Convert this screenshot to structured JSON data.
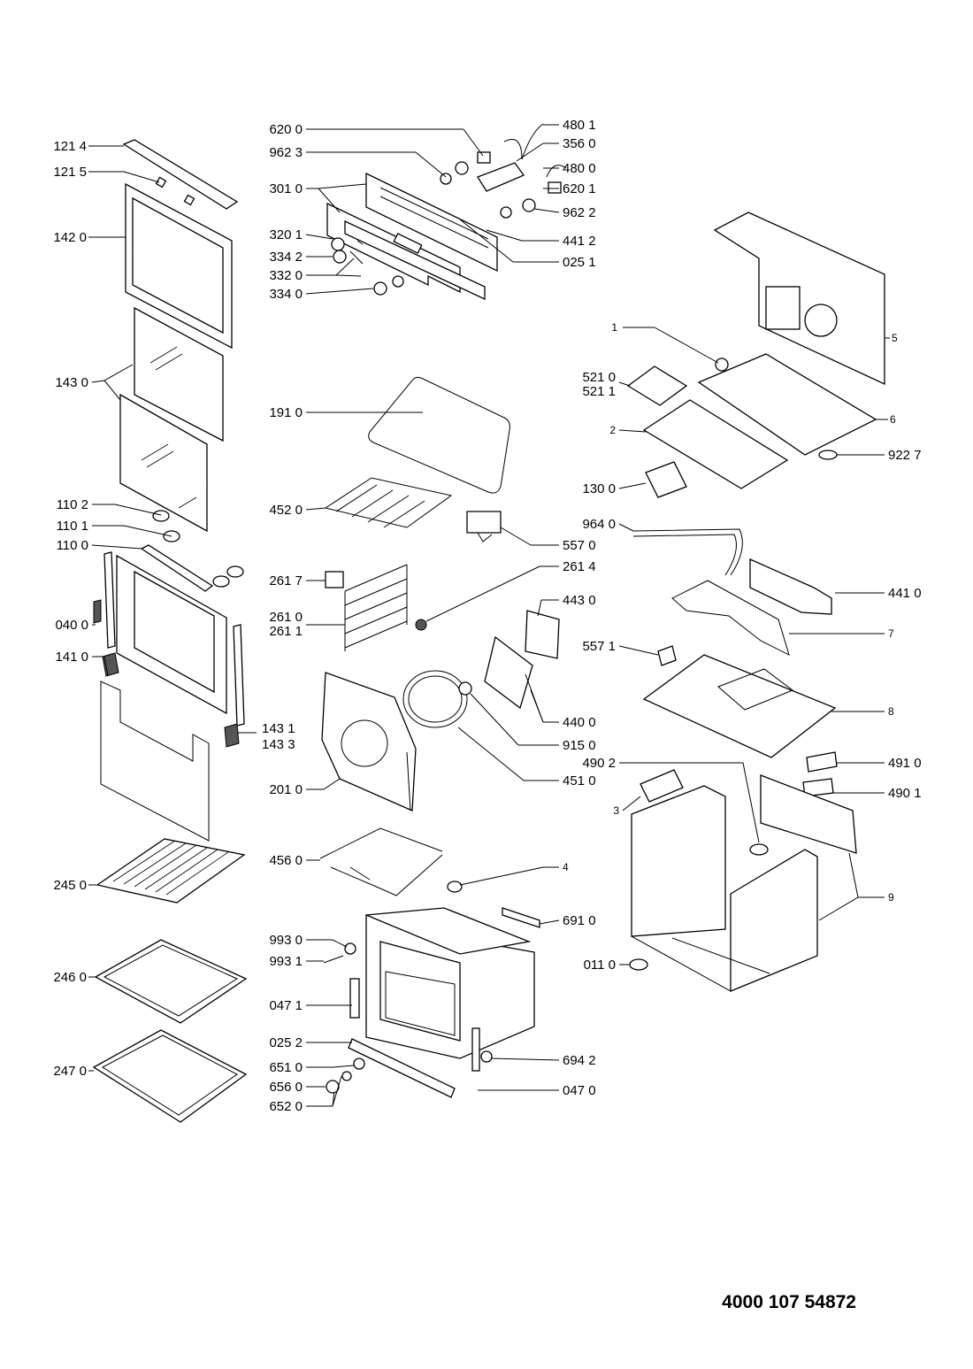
{
  "document_number": "4000 107 54872",
  "part_labels": {
    "p1214": "121 4",
    "p1215": "121 5",
    "p1420": "142 0",
    "p1430": "143 0",
    "p1102": "110 2",
    "p1101": "110 1",
    "p1100": "110 0",
    "p0400": "040 0",
    "p1410": "141 0",
    "p2450": "245 0",
    "p2460": "246 0",
    "p2470": "247 0",
    "p6200": "620 0",
    "p9623": "962 3",
    "p3010": "301 0",
    "p3201": "320 1",
    "p3342": "334 2",
    "p3320": "332 0",
    "p3340": "334 0",
    "p1910": "191 0",
    "p4520": "452 0",
    "p2617": "261 7",
    "p2610": "261 0",
    "p2611": "261 1",
    "p2010": "201 0",
    "p4560": "456 0",
    "p9930": "993 0",
    "p9931": "993 1",
    "p0471": "047 1",
    "p0252": "025 2",
    "p6510": "651 0",
    "p6560": "656 0",
    "p6520": "652 0",
    "p4801": "480 1",
    "p3560": "356 0",
    "p4800": "480 0",
    "p6201": "620 1",
    "p9622": "962 2",
    "p4412": "441 2",
    "p0251": "025 1",
    "p5570": "557 0",
    "p2614": "261 4",
    "p4430": "443 0",
    "p4400": "440 0",
    "p9150": "915 0",
    "p4510": "451 0",
    "p4": "4",
    "p6910": "691 0",
    "p0110": "011 0",
    "p6942": "694 2",
    "p0470": "047 0",
    "p1": "1",
    "p5210": "521 0",
    "p5211": "521 1",
    "p2": "2",
    "p1300": "130 0",
    "p5": "5",
    "p6": "6",
    "p9227": "922 7",
    "p9640": "964 0",
    "p4410": "441 0",
    "p7": "7",
    "p5571": "557 1",
    "p8": "8",
    "p4902": "490 2",
    "p4910": "491 0",
    "p3": "3",
    "p4901": "490 1",
    "p9": "9",
    "p1431": "143 1",
    "p1433": "143 3"
  }
}
